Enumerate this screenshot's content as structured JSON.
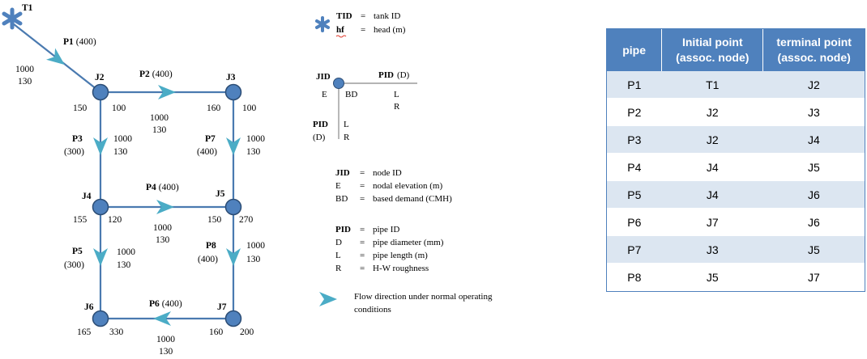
{
  "network": {
    "tank": {
      "id": "T1"
    },
    "nodes": [
      {
        "id": "J2",
        "elevation": "150",
        "demand": "100"
      },
      {
        "id": "J3",
        "elevation": "160",
        "demand": "100"
      },
      {
        "id": "J4",
        "elevation": "155",
        "demand": "120"
      },
      {
        "id": "J5",
        "elevation": "150",
        "demand": "270"
      },
      {
        "id": "J6",
        "elevation": "165",
        "demand": "330"
      },
      {
        "id": "J7",
        "elevation": "160",
        "demand": "200"
      }
    ],
    "pipes": [
      {
        "id": "P1",
        "diameter": "(400)",
        "length": "1000",
        "roughness": "130"
      },
      {
        "id": "P2",
        "diameter": "(400)",
        "length": "1000",
        "roughness": "130"
      },
      {
        "id": "P3",
        "diameter": "(300)",
        "length": "1000",
        "roughness": "130"
      },
      {
        "id": "P4",
        "diameter": "(400)",
        "length": "1000",
        "roughness": "130"
      },
      {
        "id": "P5",
        "diameter": "(300)",
        "length": "1000",
        "roughness": "130"
      },
      {
        "id": "P6",
        "diameter": "(400)",
        "length": "1000",
        "roughness": "130"
      },
      {
        "id": "P7",
        "diameter": "(400)",
        "length": "1000",
        "roughness": "130"
      },
      {
        "id": "P8",
        "diameter": "(400)",
        "length": "1000",
        "roughness": "130"
      }
    ]
  },
  "legend": {
    "tank": [
      {
        "abbr": "TID",
        "eq": "=",
        "desc": "tank ID"
      },
      {
        "abbr": "hf",
        "eq": "=",
        "desc": "head (m)"
      }
    ],
    "sample": {
      "jid": "JID",
      "pid": "PID",
      "d": "(D)",
      "e": "E",
      "bd": "BD",
      "l": "L",
      "r": "R"
    },
    "node": [
      {
        "abbr": "JID",
        "eq": "=",
        "desc": "node ID"
      },
      {
        "abbr": "E",
        "eq": "=",
        "desc": "nodal elevation (m)"
      },
      {
        "abbr": "BD",
        "eq": "=",
        "desc": "based demand (CMH)"
      }
    ],
    "pipe": [
      {
        "abbr": "PID",
        "eq": "=",
        "desc": "pipe ID"
      },
      {
        "abbr": "D",
        "eq": "=",
        "desc": "pipe diameter (mm)"
      },
      {
        "abbr": "L",
        "eq": "=",
        "desc": "pipe length (m)"
      },
      {
        "abbr": "R",
        "eq": "=",
        "desc": "H-W roughness"
      }
    ],
    "flow": [
      "Flow direction under normal operating",
      "conditions"
    ]
  },
  "table": {
    "headers": [
      "pipe",
      "Initial point (assoc. node)",
      "terminal point (assoc. node)"
    ],
    "header_lines": [
      [
        "pipe"
      ],
      [
        "Initial point",
        "(assoc. node)"
      ],
      [
        "terminal point",
        "(assoc. node)"
      ]
    ],
    "rows": [
      [
        "P1",
        "T1",
        "J2"
      ],
      [
        "P2",
        "J2",
        "J3"
      ],
      [
        "P3",
        "J2",
        "J4"
      ],
      [
        "P4",
        "J4",
        "J5"
      ],
      [
        "P5",
        "J4",
        "J6"
      ],
      [
        "P6",
        "J7",
        "J6"
      ],
      [
        "P7",
        "J3",
        "J5"
      ],
      [
        "P8",
        "J5",
        "J7"
      ]
    ]
  },
  "colors": {
    "node_fill": "#4f81bd",
    "node_stroke": "#2c4d75",
    "pipe_line": "#4a7ab0",
    "arrow": "#4bacc6",
    "table_header": "#4f81bd",
    "table_band": "#dce6f1"
  }
}
